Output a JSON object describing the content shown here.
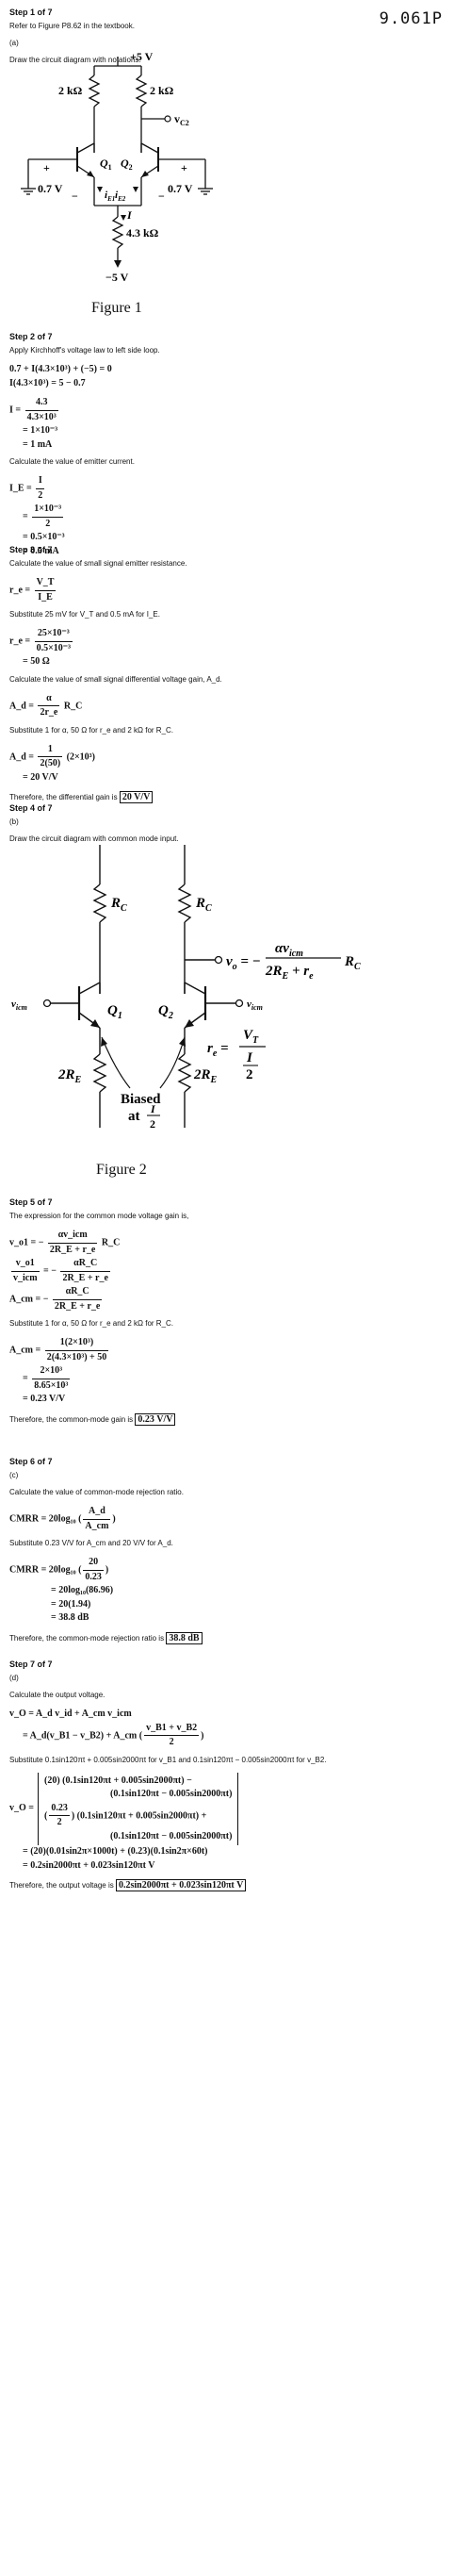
{
  "problem_id": "9.061P",
  "steps": {
    "s1": {
      "label": "Step 1 of 7",
      "ref": "Refer to Figure P8.62 in the textbook.",
      "part": "(a)",
      "instruction": "Draw the circuit diagram with notations.",
      "fig": {
        "vcc": "+5 V",
        "vee": "−5 V",
        "rc_left": "2 kΩ",
        "rc_right": "2 kΩ",
        "vc2": "v",
        "vc2_sub": "C2",
        "q1": "Q",
        "q1_sub": "1",
        "q2": "Q",
        "q2_sub": "2",
        "vbe_left": "0.7 V",
        "vbe_right": "0.7 V",
        "plus_left": "+",
        "plus_right": "+",
        "minus_left": "−",
        "minus_right": "−",
        "ie1": "i",
        "ie1_sub": "E1",
        "ie2": "i",
        "ie2_sub": "E2",
        "i": "I",
        "re": "4.3 kΩ",
        "caption": "Figure 1"
      }
    },
    "s2": {
      "label": "Step 2 of 7",
      "text1": "Apply Kirchhoff's voltage law to left side loop.",
      "eq1": "0.7 + I(4.3×10³) + (−5) = 0",
      "eq2": "I(4.3×10³) = 5 − 0.7",
      "eq3_lhs": "I =",
      "eq3_num": "4.3",
      "eq3_den": "4.3×10³",
      "eq4": "= 1×10⁻³",
      "eq5": "= 1 mA",
      "text2": "Calculate the value of emitter current.",
      "eq6_lhs": "I_E =",
      "eq6_num": "I",
      "eq6_den": "2",
      "eq7_num": "1×10⁻³",
      "eq7_den": "2",
      "eq8": "= 0.5×10⁻³",
      "eq9": "= 0.5 mA"
    },
    "s3": {
      "label": "Step 3 of 7",
      "text1": "Calculate the value of small signal emitter resistance.",
      "eq1_lhs": "r_e =",
      "eq1_num": "V_T",
      "eq1_den": "I_E",
      "sub1": "Substitute 25 mV for V_T and 0.5 mA for I_E.",
      "eq2_lhs": "r_e =",
      "eq2_num": "25×10⁻³",
      "eq2_den": "0.5×10⁻³",
      "eq3": "= 50 Ω",
      "text2": "Calculate the value of small signal differential voltage gain, A_d.",
      "eq4_lhs": "A_d =",
      "eq4_num": "α",
      "eq4_den": "2r_e",
      "eq4_tail": "R_C",
      "sub2": "Substitute 1 for α, 50 Ω for r_e and 2 kΩ for R_C.",
      "eq5_lhs": "A_d =",
      "eq5_num": "1",
      "eq5_den": "2(50)",
      "eq5_tail": "(2×10³)",
      "eq6": "= 20 V/V",
      "result_text": "Therefore, the differential gain is",
      "result": "20 V/V"
    },
    "s4": {
      "label": "Step 4 of 7",
      "part": "(b)",
      "instruction": "Draw the circuit diagram with common mode input.",
      "fig": {
        "rc_left": "R",
        "rc_left_sub": "C",
        "rc_right": "R",
        "rc_right_sub": "C",
        "vo": "v",
        "vo_sub": "o",
        "vo_eq_num": "αv",
        "vo_eq_num_sub": "icm",
        "vo_eq_den": "2R",
        "vo_eq_den_sub": "E",
        "vo_eq_den_tail": " + r",
        "vo_eq_den_tail_sub": "e",
        "vo_eq_tail": "R",
        "vo_eq_tail_sub": "C",
        "vicm_left": "v",
        "vicm_left_sub": "icm",
        "vicm_right": "v",
        "vicm_right_sub": "icm",
        "q1": "Q",
        "q1_sub": "1",
        "q2": "Q",
        "q2_sub": "2",
        "re_eq_lhs": "r",
        "re_eq_lhs_sub": "e",
        "re_eq_num": "V",
        "re_eq_num_sub": "T",
        "re_eq_den_num": "I",
        "re_eq_den_den": "2",
        "re_left": "2R",
        "re_left_sub": "E",
        "re_right": "2R",
        "re_right_sub": "E",
        "biased": "Biased",
        "at": "at",
        "at_num": "I",
        "at_den": "2",
        "caption": "Figure 2"
      }
    },
    "s5": {
      "label": "Step 5 of 7",
      "text1": "The expression for the common mode voltage gain is,",
      "eq1_lhs": "v_o1 = −",
      "eq1_num": "αv_icm",
      "eq1_den": "2R_E + r_e",
      "eq1_tail": "R_C",
      "eq2_lhs_num": "v_o1",
      "eq2_lhs_den": "v_icm",
      "eq2_mid": "= −",
      "eq2_num": "αR_C",
      "eq2_den": "2R_E + r_e",
      "eq3_lhs": "A_cm = −",
      "eq3_num": "αR_C",
      "eq3_den": "2R_E + r_e",
      "sub1": "Substitute 1 for α, 50 Ω for r_e and 2 kΩ for R_C.",
      "eq4_lhs": "A_cm =",
      "eq4_num": "1(2×10³)",
      "eq4_den": "2(4.3×10³) + 50",
      "eq5_num": "2×10³",
      "eq5_den": "8.65×10³",
      "eq6": "= 0.23 V/V",
      "result_text": "Therefore, the common-mode gain is",
      "result": "0.23 V/V"
    },
    "s6": {
      "label": "Step 6 of 7",
      "part": "(c)",
      "text1": "Calculate the value of common-mode rejection ratio.",
      "eq1_lhs": "CMRR = 20log₁₀",
      "eq1_num": "A_d",
      "eq1_den": "A_cm",
      "sub1": "Substitute 0.23 V/V for A_cm and 20 V/V for A_d.",
      "eq2_lhs": "CMRR = 20log₁₀",
      "eq2_num": "20",
      "eq2_den": "0.23",
      "eq3": "= 20log₁₀(86.96)",
      "eq4": "= 20(1.94)",
      "eq5": "= 38.8 dB",
      "result_text": "Therefore, the common-mode rejection ratio is",
      "result": "38.8 dB"
    },
    "s7": {
      "label": "Step 7 of 7",
      "part": "(d)",
      "text1": "Calculate the output voltage.",
      "eq1": "v_O = A_d v_id + A_cm v_icm",
      "eq2_pre": "= A_d(v_B1 − v_B2) + A_cm",
      "eq2_num": "v_B1 + v_B2",
      "eq2_den": "2",
      "sub1": "Substitute 0.1sin120πt + 0.005sin2000πt for v_B1 and 0.1sin120πt − 0.005sin2000πt for v_B2.",
      "eq3_lhs": "v_O =",
      "eq3_a": "(20)",
      "eq3_b": "(0.1sin120πt + 0.005sin2000πt) −",
      "eq3_c": "(0.1sin120πt − 0.005sin2000πt)",
      "eq3_d_coef_num": "0.23",
      "eq3_d_coef_den": "2",
      "eq3_d": "(0.1sin120πt + 0.005sin2000πt) +",
      "eq3_e": "(0.1sin120πt − 0.005sin2000πt)",
      "eq4": "= (20)(0.01sin2π×1000t) + (0.23)(0.1sin2π×60t)",
      "eq5": "= 0.2sin2000πt + 0.023sin120πt V",
      "result_text": "Therefore, the output voltage is",
      "result": "0.2sin2000πt + 0.023sin120πt V"
    }
  }
}
